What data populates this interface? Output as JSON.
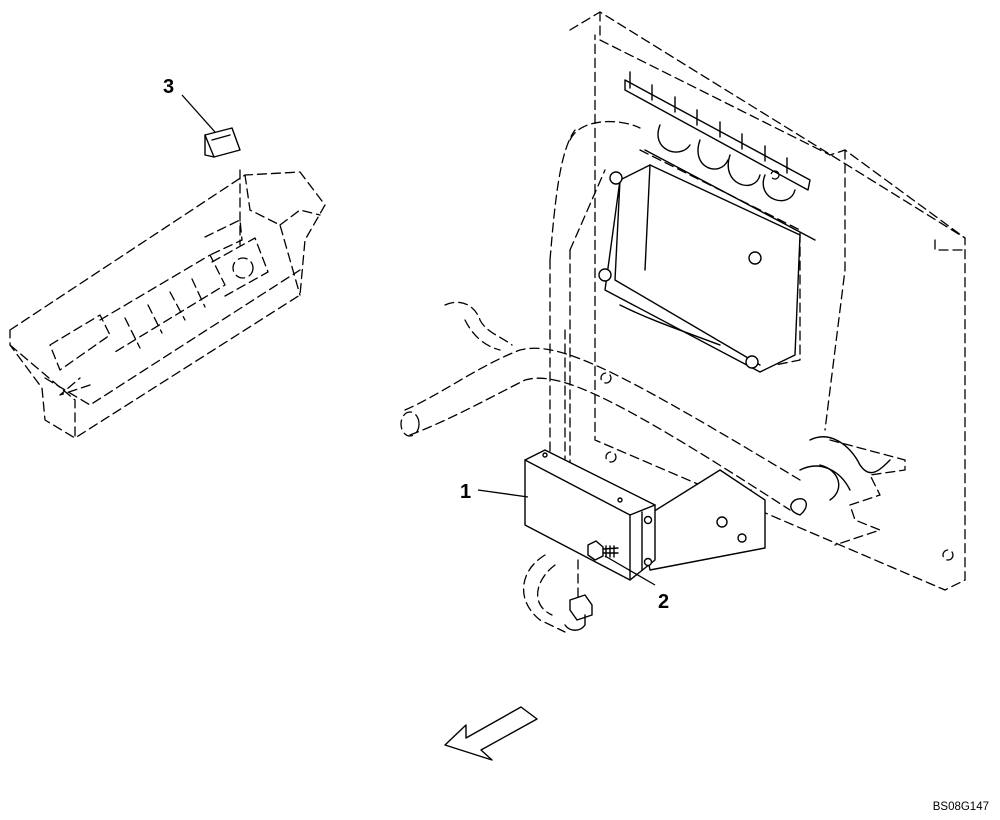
{
  "callouts": [
    {
      "id": "1",
      "label": "1",
      "part": "control-box"
    },
    {
      "id": "2",
      "label": "2",
      "part": "bolt"
    },
    {
      "id": "3",
      "label": "3",
      "part": "clip"
    }
  ],
  "drawing_code": "BS08G147",
  "colors": {
    "line": "#000000",
    "background": "#ffffff"
  },
  "icons": {
    "direction_arrow": "front-direction-arrow-icon"
  }
}
